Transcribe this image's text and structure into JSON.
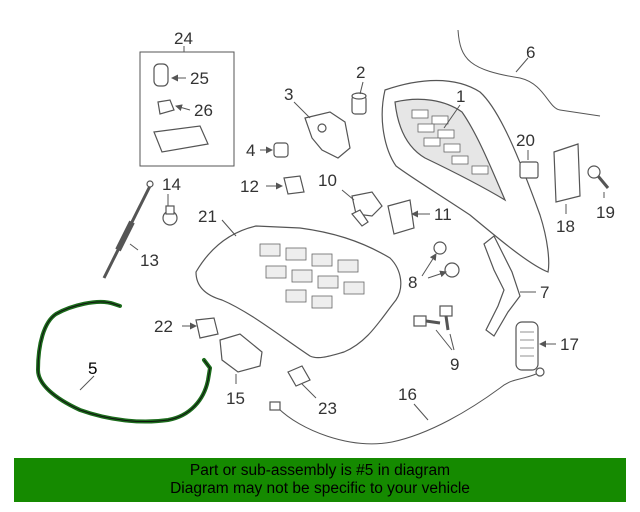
{
  "diagram": {
    "callouts": {
      "c1": "1",
      "c2": "2",
      "c3": "3",
      "c4": "4",
      "c5": "5",
      "c6": "6",
      "c7": "7",
      "c8": "8",
      "c9": "9",
      "c10": "10",
      "c11": "11",
      "c12": "12",
      "c13": "13",
      "c14": "14",
      "c15": "15",
      "c16": "16",
      "c17": "17",
      "c18": "18",
      "c19": "19",
      "c20": "20",
      "c21": "21",
      "c22": "22",
      "c23": "23",
      "c24": "24",
      "c25": "25",
      "c26": "26"
    },
    "highlighted_part": "5",
    "highlight_color": "#1b6b1b",
    "banner_color": "#158a00"
  },
  "banner": {
    "line1": "Part or sub-assembly is #5 in diagram",
    "line2": "Diagram may not be specific to your vehicle"
  }
}
